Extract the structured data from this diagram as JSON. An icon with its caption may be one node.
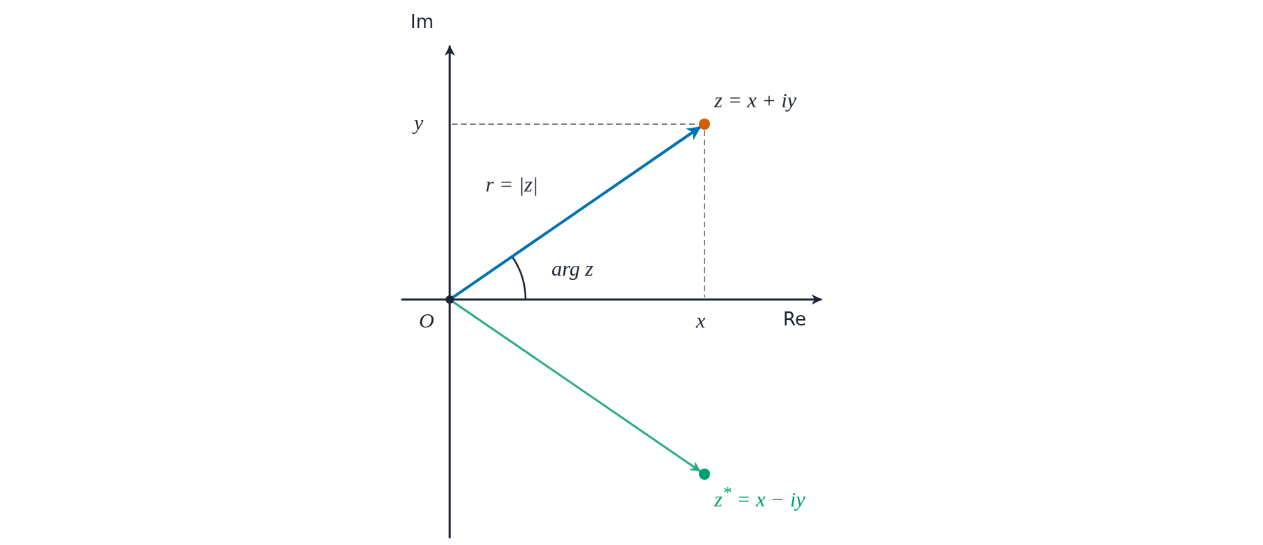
{
  "diagram": {
    "nodes": [
      {
        "text": [],
        "shape": "circle",
        "beside": [
          "O"
        ]
      },
      {
        "text": [],
        "shape": "circle",
        "beside": [
          "z = x + iy"
        ]
      },
      {
        "text": [],
        "shape": "circle",
        "beside": [
          "z$^{*}$ = x − iy"
        ]
      }
    ],
    "edges": [
      {
        "from": 0,
        "to": 1,
        "arrow": "to",
        "color": "#0072b2"
      },
      {
        "from": 0,
        "to": 2,
        "arrow": "to",
        "color": "#2aac82"
      }
    ],
    "labels": [
      "Im",
      "y",
      "r = |z|",
      "arg z",
      "x",
      "Re"
    ]
  }
}
